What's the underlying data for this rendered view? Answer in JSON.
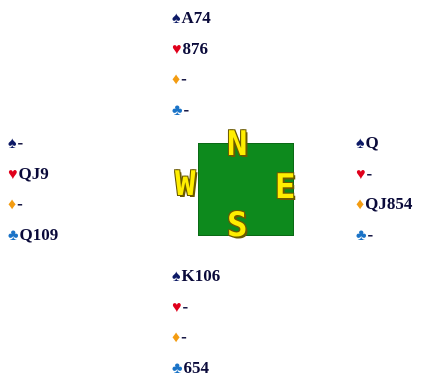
{
  "suit_symbols": {
    "spades": "♠",
    "hearts": "♥",
    "diamonds": "♦",
    "clubs": "♣"
  },
  "colors": {
    "spades": "#0d1a66",
    "hearts": "#e0001b",
    "diamonds": "#f39c12",
    "clubs": "#1a73c7",
    "compass_bg": "#0d8a1d",
    "compass_letters": "#ffee00"
  },
  "hands": {
    "north": {
      "spades": "A74",
      "hearts": "876",
      "diamonds": "-",
      "clubs": "-"
    },
    "west": {
      "spades": "-",
      "hearts": "QJ9",
      "diamonds": "-",
      "clubs": "Q109"
    },
    "east": {
      "spades": "Q",
      "hearts": "-",
      "diamonds": "QJ854",
      "clubs": "-"
    },
    "south": {
      "spades": "K106",
      "hearts": "-",
      "diamonds": "-",
      "clubs": "654"
    }
  },
  "compass": {
    "north": "N",
    "west": "W",
    "east": "E",
    "south": "S"
  }
}
